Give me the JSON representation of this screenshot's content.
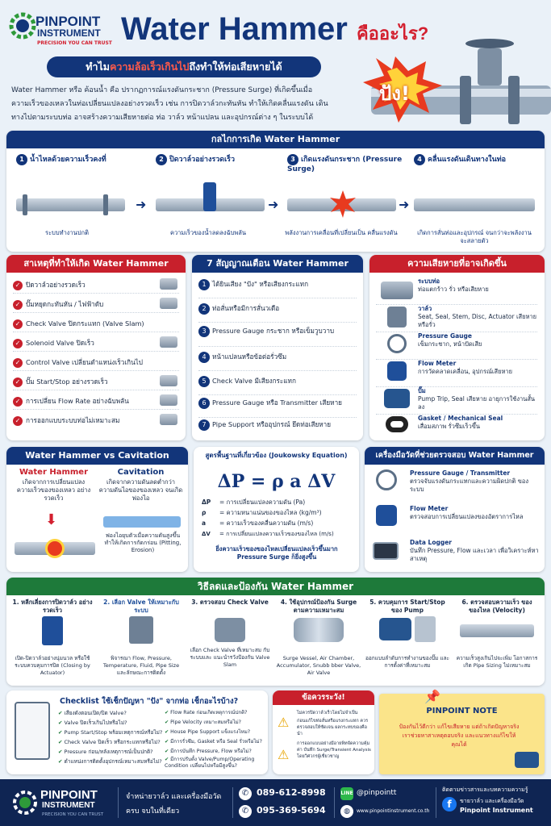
{
  "brand": {
    "name1": "PINPOINT",
    "name2": "INSTRUMENT",
    "tagline": "PRECISION YOU CAN TRUST"
  },
  "title": {
    "main": "Water Hammer",
    "suffix": "คืออะไร?"
  },
  "banner": {
    "pre": "ทำไม",
    "highlight": "ความล้อเร็วเกินไป",
    "post": "ถึงทำให้ท่อเสียหายได้"
  },
  "intro": "Water Hammer หรือ ค้อนน้ำ คือ ปรากฏการณ์แรงดันกระชาก (Pressure Surge) ที่เกิดขึ้นเมื่อ ความเร็วของเหลวในท่อเปลี่ยนแปลงอย่างรวดเร็ว เช่น การปิดวาล์วกะทันหัน ทำให้เกิดคลื่นแรงดัน เดินทางไปตามระบบท่อ อาจสร้างความเสียหายต่อ ท่อ วาล์ว หน้าแปลน และอุปกรณ์ต่าง ๆ ในระบบได้",
  "bang": "ปัง!",
  "mechanism": {
    "title": "กลไกการเกิด Water Hammer",
    "steps": [
      {
        "num": "1",
        "label": "น้ำไหลด้วยความเร็วคงที่",
        "caption": "ระบบทำงานปกติ"
      },
      {
        "num": "2",
        "label": "ปิดวาล์วอย่างรวดเร็ว",
        "caption": "ความเร็วของน้ำลดลงฉับพลัน"
      },
      {
        "num": "3",
        "label": "เกิดแรงดันกระชาก (Pressure Surge)",
        "caption": "พลังงานการเคลื่อนที่เปลี่ยนเป็น คลื่นแรงดัน"
      },
      {
        "num": "4",
        "label": "คลื่นแรงดันเดินทางในท่อ",
        "caption": "เกิดการสั่นท่อและอุปกรณ์ จนกว่าจะพลังงานจะสลายตัว"
      }
    ]
  },
  "causes": {
    "title": "สาเหตุที่ทำให้เกิด Water Hammer",
    "items": [
      "ปิดวาล์วอย่างรวดเร็ว",
      "ปั๊มหยุดกะทันหัน / ไฟฟ้าดับ",
      "Check Valve ปิดกระแทก (Valve Slam)",
      "Solenoid Valve ปิดเร็ว",
      "Control Valve เปลี่ยนตำแหน่งเร็วเกินไป",
      "ปั๊ม Start/Stop อย่างรวดเร็ว",
      "การเปลี่ยน Flow Rate อย่างฉับพลัน",
      "การออกแบบระบบท่อไม่เหมาะสม"
    ]
  },
  "signs": {
    "title": "7 สัญญาณเตือน Water Hammer",
    "items": [
      {
        "num": "1",
        "text": "ได้ยินเสียง \"ปัง\" หรือเสียงกระแทก"
      },
      {
        "num": "2",
        "text": "ท่อสั่นหรือมีการสั่นวเดือ"
      },
      {
        "num": "3",
        "text": "Pressure Gauge กระชาก หรือเข็มวูบวาบ"
      },
      {
        "num": "4",
        "text": "หน้าแปลนหรือข้อต่อรั่วซึม"
      },
      {
        "num": "5",
        "text": "Check Valve มีเสียงกระแทก"
      },
      {
        "num": "6",
        "text": "Pressure Gauge หรือ Transmitter เสียหาย"
      },
      {
        "num": "7",
        "text": "Pipe Support หรืออุปกรณ์ ยึดท่อเสียหาย"
      }
    ]
  },
  "damage": {
    "title": "ความเสียหายที่อาจเกิดขึ้น",
    "items": [
      {
        "head": "ระบบท่อ",
        "text": "ท่อแตกร้าว รั่ว หรือเสียหาย"
      },
      {
        "head": "วาล์ว",
        "text": "Seat, Seal, Stem, Disc, Actuator เสียหายหรือรั่ว"
      },
      {
        "head": "Pressure Gauge",
        "text": "เข็มกระชาก, หน้าปัดเสีย"
      },
      {
        "head": "Flow Meter",
        "text": "การวัดคลาดเคลื่อน, อุปกรณ์เสียหาย"
      },
      {
        "head": "ปั๊ม",
        "text": "Pump Trip, Seal เสียหาย อายุการใช้งานสั้นลง"
      },
      {
        "head": "Gasket / Mechanical Seal",
        "text": "เสื่อมสภาพ รั่วซึมเร็วขึ้น"
      }
    ]
  },
  "vs": {
    "title": "Water Hammer vs Cavitation",
    "wh_head": "Water Hammer",
    "wh_text": "เกิดจากการเปลี่ยนแปลง ความเร็วของของเหลว อย่างรวดเร็ว",
    "cav_head": "Cavitation",
    "cav_text": "เกิดจากความดันลดต่ำกว่า ความดันไอของของเหลว จนเกิดฟองไอ",
    "cav_note": "ฟองไอยุบตัวเมื่อความดันสูงขึ้น ทำให้เกิดการกัดกร่อน (Pitting, Erosion)"
  },
  "formula": {
    "title": "สูตรพื้นฐานที่เกี่ยวข้อง (Joukowsky Equation)",
    "eq": "ΔP = ρ a ΔV",
    "vars": [
      {
        "sym": "ΔP",
        "desc": "= การเปลี่ยนแปลงความดัน (Pa)"
      },
      {
        "sym": "ρ",
        "desc": "= ความหนาแน่นของของไหล (kg/m³)"
      },
      {
        "sym": "a",
        "desc": "= ความเร็วของคลื่นความดัน (m/s)"
      },
      {
        "sym": "ΔV",
        "desc": "= การเปลี่ยนแปลงความเร็วของของไหล (m/s)"
      }
    ],
    "note": "ยิ่งความเร็วของของไหลเปลี่ยนแปลงเร็วขึ้นมาก Pressure Surge ก็ยิ่งสูงขึ้น"
  },
  "tools": {
    "title": "เครื่องมือวัดที่ช่วยตรวจสอบ Water Hammer",
    "items": [
      {
        "head": "Pressure Gauge / Transmitter",
        "text": "ตรวจจับแรงดันกระแทกและความผิดปกติ ของระบบ"
      },
      {
        "head": "Flow Meter",
        "text": "ตรวจสอบการเปลี่ยนแปลงของอัตราการไหล"
      },
      {
        "head": "Data Logger",
        "text": "บันทึก Pressure, Flow และเวลา เพื่อวิเคราะห์หาสาเหตุ"
      }
    ]
  },
  "prevent": {
    "title": "วิธีลดและป้องกัน Water Hammer",
    "items": [
      {
        "head": "1. หลีกเลี่ยงการปิดวาล์ว อย่างรวดเร็ว",
        "text": "เปิด-ปิดวาล์วอย่างนุ่มนวล หรือใช้ระบบควบคุมการปิด (Closing by Actuator)"
      },
      {
        "head": "2. เลือก Valve ให้เหมาะกับระบบ",
        "text": "พิจารณา Flow, Pressure, Temperature, Fluid, Pipe Size และลักษณะการติดตั้ง"
      },
      {
        "head": "3. ตรวจสอบ Check Valve",
        "text": "เลือก Check Valve ที่เหมาะสม กับระบบและ แนะนำรวังป้องกัน Valve Slam"
      },
      {
        "head": "4. ใช้อุปกรณ์ป้องกัน Surge ตามความเหมาะสม",
        "text": "Surge Vessel, Air Chamber, Accumulator, Snubb bber Valve, Air Valve"
      },
      {
        "head": "5. ควบคุมการ Start/Stop ของ Pump",
        "text": "ออกแบบลำดับการทำงานของปั๊ม และการตั้งค่าที่เหมาะสม"
      },
      {
        "head": "6. ตรวจสอบความเร็ว ของของไหล (Velocity)",
        "text": "ความเร็วสูงเกินไปจะเพิ่ม โอกาสการเกิด Pipe Sizing ไม่เหมาะสม"
      }
    ]
  },
  "checklist": {
    "title": "Checklist ใช้เช็กปัญหา \"ปัง\" จากท่อ เช็กอะไรบ้าง?",
    "left": [
      "เสียงดังตอนเปิด/ปิด Valve?",
      "Valve ปิดเร็วเกินไปหรือไม่?",
      "Pump Start/Stop พร้อมเหตุการณ์หรือไม่?",
      "Check Valve ปิดเร็ว หรือกระแทกหรือไม่?",
      "Pressure ก่อน/หลังเหตุการณ์เป็นปกติ?",
      "ตำแหน่งการติดตั้งอุปกรณ์เหมาะสมหรือไม่?"
    ],
    "right": [
      "Flow Rate ก่อนเกิดเหตุการณ์ปกติ?",
      "Pipe Velocity เหมาะสมหรือไม่?",
      "House Pipe Support แข็งแรงไหม?",
      "มีการรั่วซึม, Gasket หรือ Seal รั่วหรือไม่?",
      "มีการบันทึก Pressure, Flow หรือไม่?",
      "มีการปรับตั้ง Valve/Pump/Operating Condition เปลี่ยนไปหรือมีสูงขึ้น?"
    ]
  },
  "caution": {
    "title": "ข้อควรระวัง!",
    "items": [
      "ไม่ควรปิดวาล์วเร็วโดยไม่จำเป็น",
      "ก่อนแก้ไขท่อสั่นหรือแรงกระแทก ควรตรวจสอบให้ชัดเจน ผลกระทบของคือนำ",
      "การออกแบบอย่างมีอายพิทจัดความคุ้มค่า บันทึก Surge/Transient Analysis โดยวิศวกรผู้เชี่ยวชาญ"
    ]
  },
  "note": {
    "title": "PINPOINT NOTE",
    "text": "ป้องกันไว้ดีกว่า แก้ไขเสียหาย แต่ถ้าเกิดปัญหาจริง เราช่วยหาสาเหตุตอบจริง และแนวทางแก้ไขให้คุณได้"
  },
  "footer": {
    "brand1": "PINPOINT",
    "brand2": "INSTRUMENT",
    "tagline": "PRECISION YOU CAN TRUST",
    "slogan1": "จำหน่ายวาล์ว และเครื่องมือวัด",
    "slogan2": "ครบ จบในที่เดียว",
    "phone1": "089-612-8998",
    "phone2": "095-369-5694",
    "line": "@pinpointt",
    "web": "www.pinpointinstrument.co.th",
    "fb_head": "ติดตามข่าวสารและบทความความรู้",
    "fb_sub": "ขายวาล์ว และเครื่องมือวัด",
    "fb_name": "Pinpoint Instrument"
  }
}
